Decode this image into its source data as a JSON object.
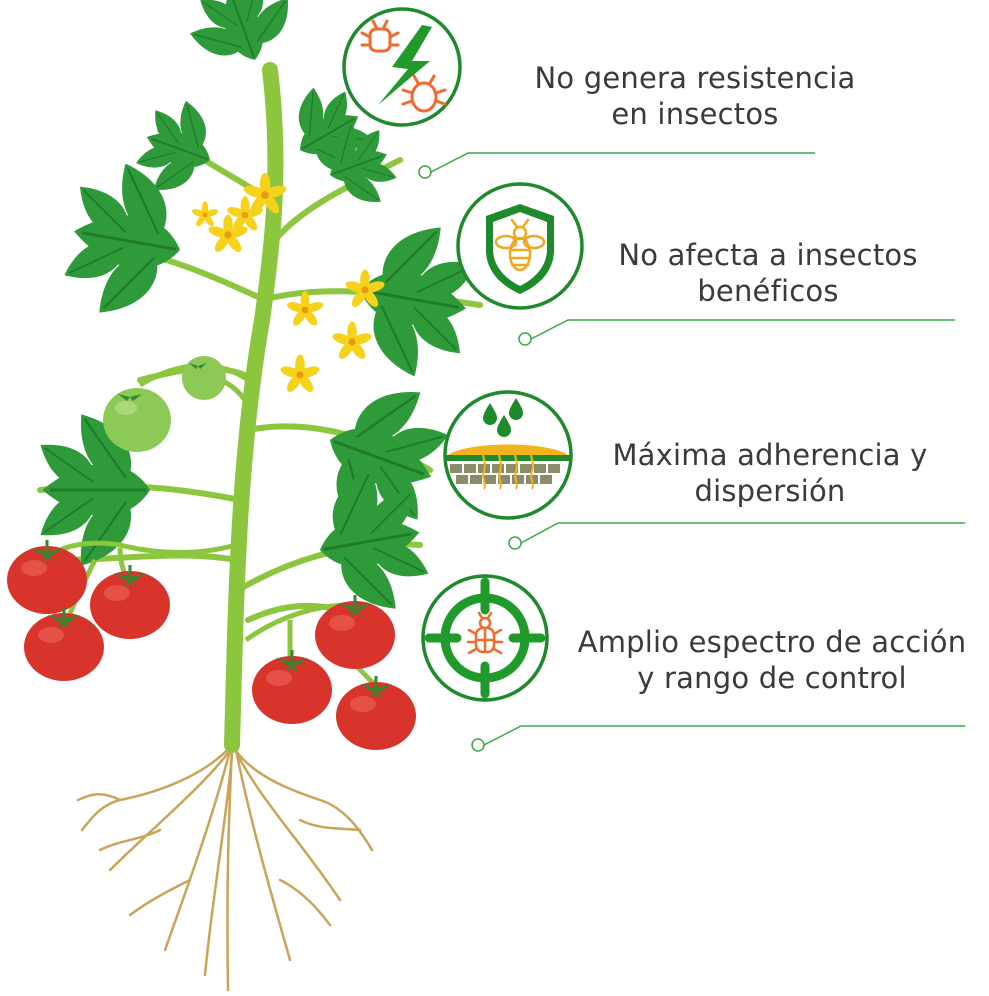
{
  "colors": {
    "green_dark": "#1f8a2b",
    "green_leaf": "#2f9a3a",
    "green_stem": "#8cc63f",
    "tomato_red": "#d9342b",
    "flower_yellow": "#f6d21a",
    "root_tan": "#c9a55a",
    "icon_orange": "#f26a2e",
    "icon_gold": "#f2a81d",
    "text_gray": "#3a3a3a"
  },
  "benefits": [
    {
      "icon": "lightning-bug-icon",
      "lines": [
        "No genera resistencia",
        "en insectos"
      ]
    },
    {
      "icon": "bee-shield-icon",
      "lines": [
        "No afecta a insectos",
        "benéficos"
      ]
    },
    {
      "icon": "adhesion-droplets-icon",
      "lines": [
        "Máxima adherencia y",
        "dispersión"
      ]
    },
    {
      "icon": "target-bug-icon",
      "lines": [
        "Amplio espectro de acción",
        "y rango de control"
      ]
    }
  ]
}
